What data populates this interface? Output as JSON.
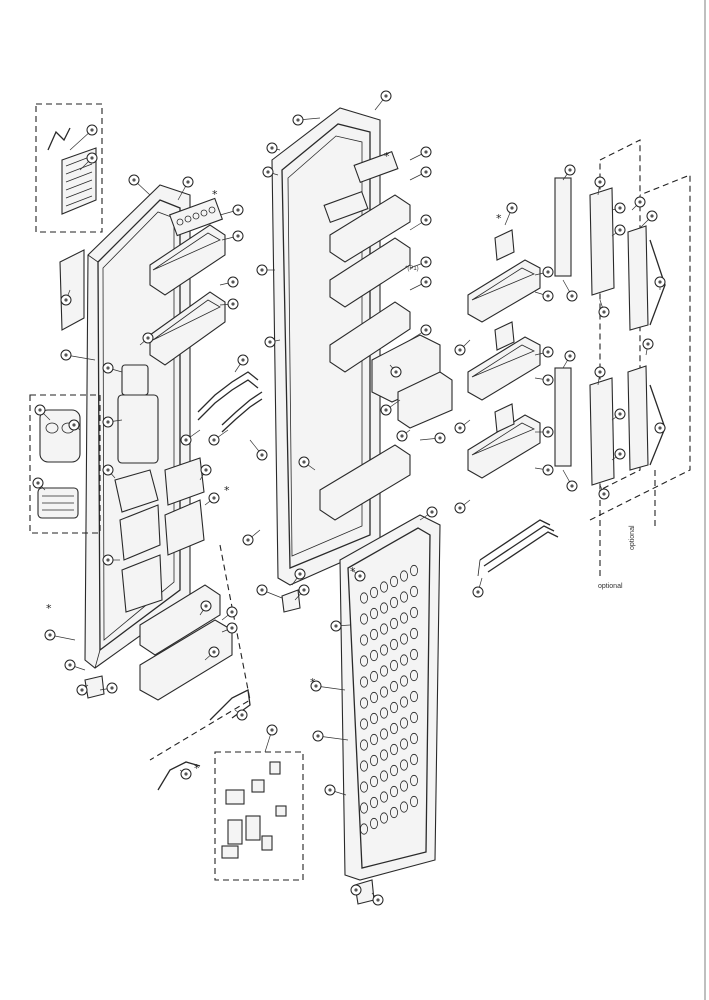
{
  "labels": {
    "optional_right": "optional",
    "optional_bottom": "optional",
    "note_mid": "*(P1)"
  }
}
